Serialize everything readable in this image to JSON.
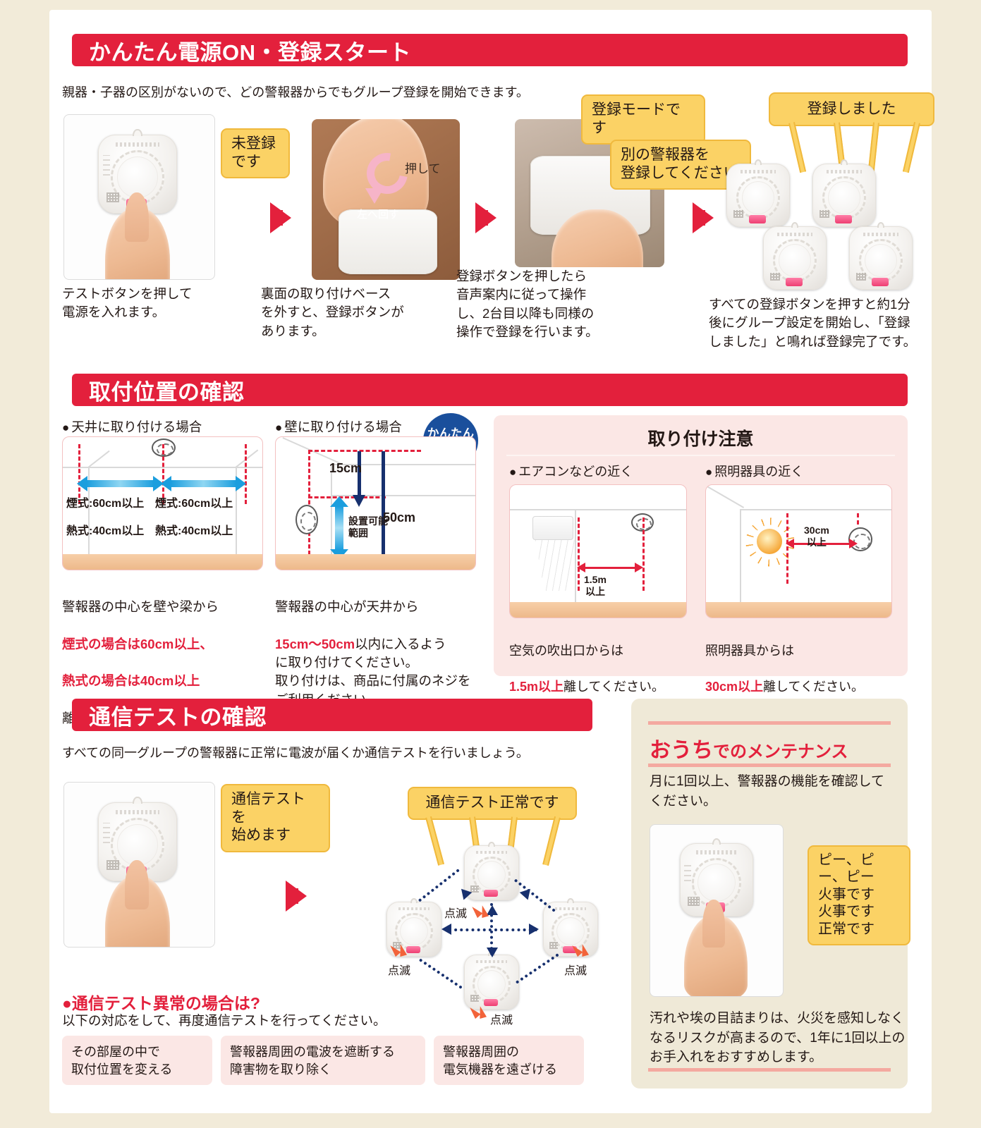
{
  "colors": {
    "banner_red": "#e3203c",
    "bubble_yellow": "#fbd265",
    "bubble_border": "#f0b93d",
    "page_bg": "#f2ebd9",
    "warn_panel": "#fbe7e5",
    "maint_panel": "#efe9d7",
    "accent_blue": "#1a4f9c",
    "arrow_blue": "#1b9ede",
    "navy": "#17306e"
  },
  "section1": {
    "banner": "かんたん電源ON・登録スタート",
    "lead": "親器・子器の区別がないので、どの警報器からでもグループ登録を開始できます。",
    "bubbles": {
      "unregistered": "未登録\nです",
      "push": "押して",
      "turn_left": "左へ回す",
      "reg_mode": "登録モードです",
      "register_another": "別の警報器を\n登録してください",
      "registered": "登録しました"
    },
    "captions": [
      "テストボタンを押して\n電源を入れます。",
      "裏面の取り付けベース\nを外すと、登録ボタンが\nあります。",
      "登録ボタンを押したら\n音声案内に従って操作\nし、2台目以降も同様の\n操作で登録を行います。",
      "すべての登録ボタンを押すと約1分\n後にグループ設定を開始し、「登録\nしました」と鳴れば登録完了です。"
    ]
  },
  "section2": {
    "banner": "取付位置の確認",
    "case_ceiling": "天井に取り付ける場合",
    "case_wall": "壁に取り付ける場合",
    "badge": "かんたん\n壁掛け",
    "ceiling_dims": {
      "left_smoke": "煙式:60cm以上",
      "left_heat": "熱式:40cm以上",
      "right_smoke": "煙式:60cm以上",
      "right_heat": "熱式:40cm以上"
    },
    "wall_dims": {
      "top": "15cm",
      "bottom": "50cm",
      "range": "設置可能\n範囲"
    },
    "caption_ceiling_1": "警報器の中心を壁や梁から",
    "caption_ceiling_em1": "煙式の場合は60cm以上、",
    "caption_ceiling_em2": "熱式の場合は40cm以上",
    "caption_ceiling_2": "離して取り付けてください。",
    "caption_wall_1": "警報器の中心が天井から",
    "caption_wall_em": "15cm〜50cm",
    "caption_wall_2": "以内に入るよう\nに取り付けてください。\n取り付けは、商品に付属のネジを\nご利用ください。",
    "warn": {
      "title": "取り付け注意",
      "left_heading": "エアコンなどの近く",
      "right_heading": "照明器具の近く",
      "left_dim": "1.5m\n以上",
      "right_dim": "30cm\n以上",
      "left_caption_1": "空気の吹出口からは",
      "left_caption_em": "1.5m以上",
      "left_caption_2": "離してください。",
      "right_caption_1": "照明器具からは",
      "right_caption_em": "30cm以上",
      "right_caption_2": "離してください。"
    }
  },
  "section3": {
    "banner": "通信テストの確認",
    "lead": "すべての同一グループの警報器に正常に電波が届くか通信テストを行いましょう。",
    "bubble_start": "通信テストを\n始めます",
    "bubble_ok": "通信テスト正常です",
    "blink_label": "点滅",
    "blink_labels": [
      "点滅",
      "点滅",
      "点滅",
      "点滅"
    ],
    "trouble_heading": "通信テスト異常の場合は?",
    "trouble_lead": "以下の対応をして、再度通信テストを行ってください。",
    "remedies": [
      "その部屋の中で\n取付位置を変える",
      "警報器周囲の電波を遮断する\n障害物を取り除く",
      "警報器周囲の\n電気機器を遠ざける"
    ]
  },
  "maintenance": {
    "title_main": "おうち",
    "title_mid": "でのメンテナンス",
    "intro": "月に1回以上、警報器の機能を確認して\nください。",
    "bubble": "ピー、ピー、ピー\n火事です\n火事です\n正常です",
    "outro": "汚れや埃の目詰まりは、火災を感知しなく\nなるリスクが高まるので、1年に1回以上の\nお手入れをおすすめします。"
  }
}
